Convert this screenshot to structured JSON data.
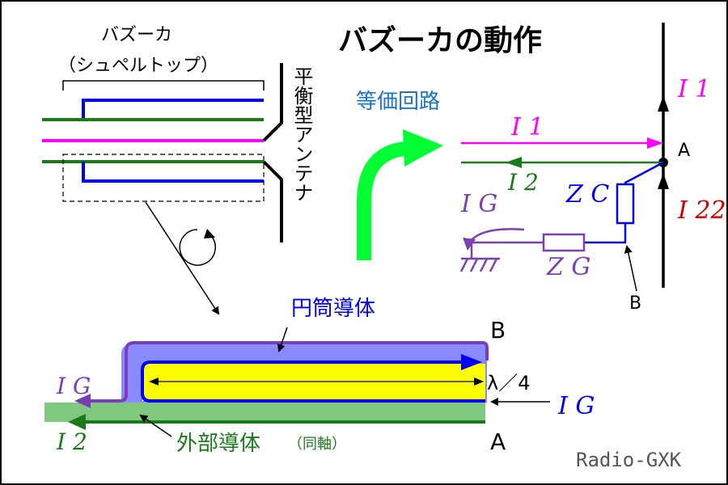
{
  "title": "バズーカの動作",
  "balun": {
    "label_line1": "バズーカ",
    "label_line2": "（シュペルトップ）"
  },
  "antenna_label": "平衡型アンテナ",
  "equivalent_circuit_label": "等価回路",
  "circuit": {
    "i1_top": "I 1",
    "i1_line": "I 1",
    "i2": "I 2",
    "i22": "I 22",
    "ig": "I G",
    "zc": "Z C",
    "zg": "Z G",
    "node_a": "A",
    "node_b": "B"
  },
  "coax": {
    "cylinder_label": "円筒導体",
    "outer_label": "外部導体",
    "outer_note": "（同軸）",
    "quarter_wave": "λ／4",
    "node_a": "A",
    "node_b": "B",
    "ig_left": "I G",
    "ig_right": "I G",
    "i2": "I 2"
  },
  "watermark": "Radio-GXK",
  "colors": {
    "blue": "#0000ee",
    "green": "#1a7a1a",
    "magenta": "#ff00ff",
    "purple": "#7a3fb5",
    "bright_green": "#00ff33",
    "yellow": "#ffff00",
    "light_blue": "#8a8aff",
    "light_green": "#7fc97f",
    "red": "#cc0000",
    "text_blue": "#1a75c4"
  }
}
